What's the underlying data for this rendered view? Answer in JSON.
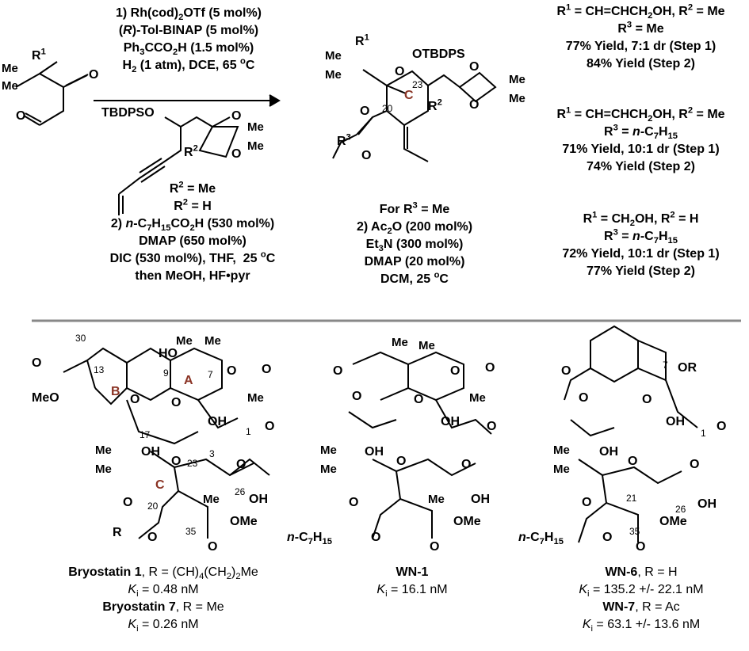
{
  "reaction": {
    "conditions_step1": [
      "1) Rh(cod)2OTf (5 mol%)",
      "(R)-Tol-BINAP (5 mol%)",
      "Ph3CCO2H (1.5 mol%)",
      "H2 (1 atm), DCE, 65 oC"
    ],
    "conditions_step1b": [
      "R2 = Me",
      "R2 = H",
      "2) n-C7H15CO2H (530 mol%)",
      "DMAP (650 mol%)",
      "DIC (530 mol%), THF, 25 oC",
      "then MeOH, HF•pyr"
    ],
    "conditions_step2": [
      "For R3 = Me",
      "2) Ac2O (200 mol%)",
      "Et3N (300 mol%)",
      "DMAP (20 mol%)",
      "DCM, 25 oC"
    ],
    "results": [
      {
        "line1": "R1 = CH=CHCH2OH, R2 = Me",
        "line2": "R3 = Me",
        "line3": "77% Yield, 7:1 dr (Step 1)",
        "line4": "84% Yield (Step 2)"
      },
      {
        "line1": "R1 = CH=CHCH2OH, R2 = Me",
        "line2": "R3 = n-C7H15",
        "line3": "71% Yield, 10:1 dr (Step 1)",
        "line4": "74% Yield (Step 2)"
      },
      {
        "line1": "R1 = CH2OH, R2 = H",
        "line2": "R3 = n-C7H15",
        "line3": "72% Yield, 10:1 dr (Step 1)",
        "line4": "77% Yield (Step 2)"
      }
    ]
  },
  "labels": {
    "r1": "R1",
    "me": "Me",
    "o": "O",
    "tbdpso": "TBDPSO",
    "otbdps": "OTBDPS",
    "r2": "R2",
    "r3": "R3",
    "c_ring": "C",
    "n20": "20",
    "n23": "23",
    "ho": "HO",
    "oh": "OH",
    "meo": "MeO",
    "r": "R",
    "a_ring": "A",
    "b_ring": "B",
    "ome": "OMe",
    "or": "OR",
    "c7": "n-C7H15",
    "n30": "30",
    "n13": "13",
    "n9": "9",
    "n7": "7",
    "n17": "17",
    "n3": "3",
    "n1": "1",
    "n26": "26",
    "n35": "35",
    "n21": "21"
  },
  "compounds": [
    {
      "name": "Bryostatin 1",
      "suffix": ", R = (CH)4(CH2)2Me",
      "ki": "Ki = 0.48 nM"
    },
    {
      "name": "Bryostatin 7",
      "suffix": ", R = Me",
      "ki": "Ki = 0.26 nM"
    },
    {
      "name": "WN-1",
      "suffix": "",
      "ki": "Ki = 16.1 nM"
    },
    {
      "name": "WN-6",
      "suffix": ", R = H",
      "ki": "Ki = 135.2 +/- 22.1 nM"
    },
    {
      "name": "WN-7",
      "suffix": ", R = Ac",
      "ki": "Ki = 63.1 +/- 13.6 nM"
    }
  ],
  "colors": {
    "ring_label": "#8a3324",
    "divider": "#888888"
  }
}
